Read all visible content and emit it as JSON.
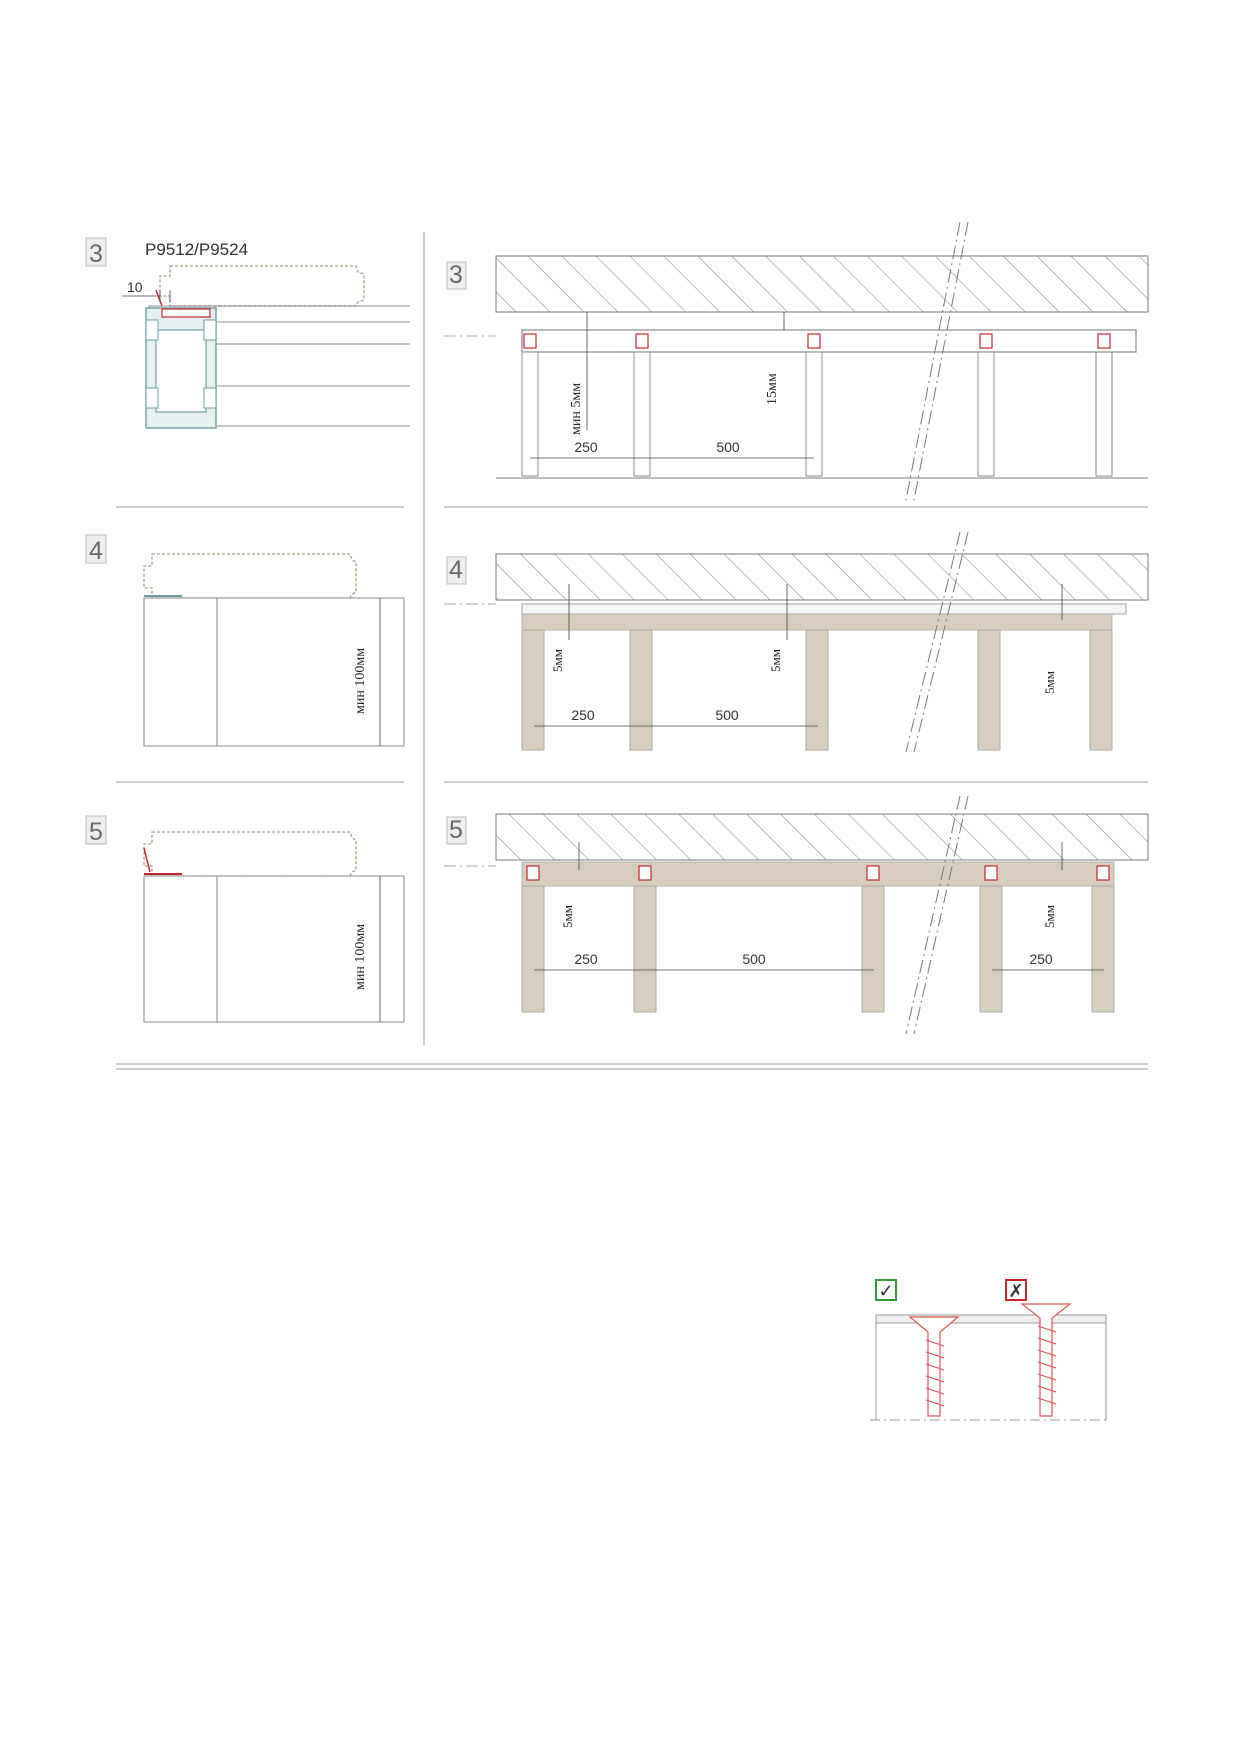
{
  "panels": {
    "p3": {
      "number": "3",
      "model": "P9512/P9524",
      "gap": "10",
      "min_gap": "мин 5мм",
      "gap2": "15мм",
      "span1": "250",
      "span2": "500"
    },
    "p4": {
      "number": "4",
      "min_height": "мин 100мм",
      "gap1": "5мм",
      "gap2": "5мм",
      "gap3": "5мм",
      "span1": "250",
      "span2": "500"
    },
    "p5": {
      "number": "5",
      "min_height": "мин 100мм",
      "gap1": "5мм",
      "gap2": "5мм",
      "span1": "250",
      "span2": "500",
      "span3": "250"
    }
  },
  "screw_note": {
    "correct_mark": "✓",
    "wrong_mark": "✗"
  },
  "colors": {
    "wood": "#d6cdbd",
    "aluminium": "#7aa9ab",
    "clip": "#c1272d",
    "correct": "#2a9d3a",
    "wrong": "#c1272d"
  }
}
